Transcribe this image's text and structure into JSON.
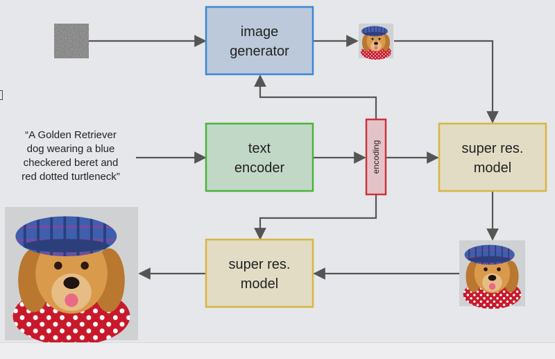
{
  "prompt_lines": [
    "“A Golden Retriever",
    "dog wearing a blue",
    "checkered beret and",
    "red dotted turtleneck”"
  ],
  "boxes": {
    "image_generator": [
      "image",
      "generator"
    ],
    "text_encoder": [
      "text",
      "encoder"
    ],
    "super_res_top": [
      "super res.",
      "model"
    ],
    "super_res_bottom": [
      "super res.",
      "model"
    ]
  },
  "encoding_label": "encoding",
  "colors": {
    "image_generator_border": "#3b86d6",
    "image_generator_fill": "#bcc9da",
    "text_encoder_border": "#49b43a",
    "text_encoder_fill": "#c2d8c6",
    "super_res_border": "#d8b640",
    "super_res_fill": "#e2dcc4",
    "encoding_border": "#c9353a",
    "encoding_fill": "#e4c3c8",
    "arrow": "#555555"
  }
}
